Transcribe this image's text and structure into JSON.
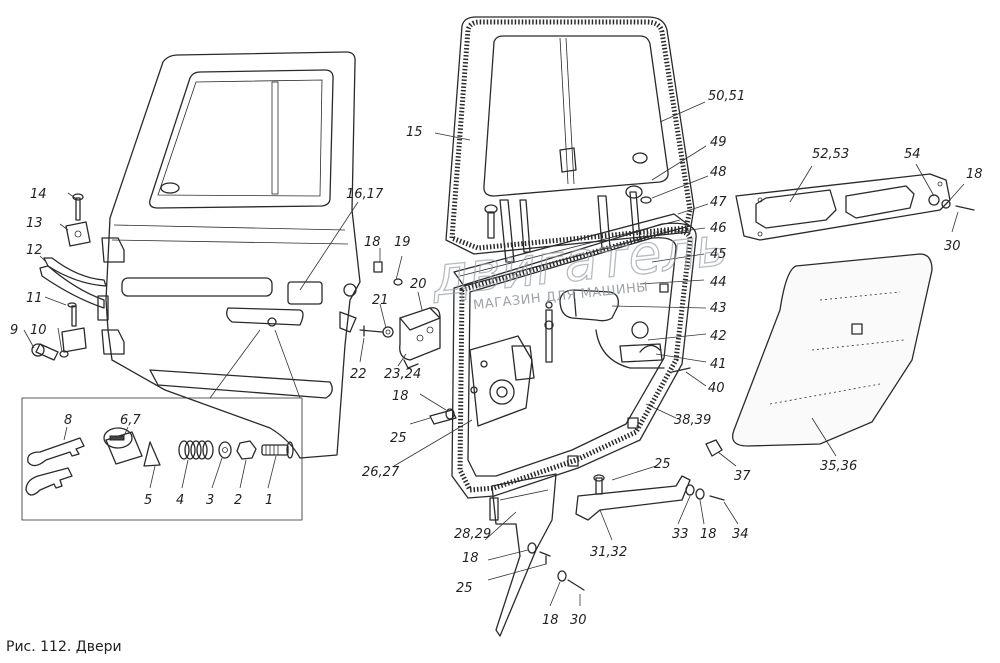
{
  "caption": "Рис. 112. Двери",
  "watermark": {
    "brand": "двигатель",
    "tagline": "МАГАЗИН ДЛЯ МАШИНЫ"
  },
  "callouts": {
    "c1": "1",
    "c2": "2",
    "c3": "3",
    "c4": "4",
    "c5": "5",
    "c67": "6,7",
    "c8": "8",
    "c9": "9",
    "c10": "10",
    "c11": "11",
    "c12": "12",
    "c13": "13",
    "c14": "14",
    "c15": "15",
    "c1617": "16,17",
    "c18a": "18",
    "c18b": "18",
    "c18c": "18",
    "c18d": "18",
    "c18e": "18",
    "c18f": "18",
    "c19": "19",
    "c20": "20",
    "c21": "21",
    "c22": "22",
    "c2324": "23,24",
    "c25a": "25",
    "c25b": "25",
    "c25c": "25",
    "c2627": "26,27",
    "c2829": "28,29",
    "c30a": "30",
    "c30b": "30",
    "c3132": "31,32",
    "c33": "33",
    "c34": "34",
    "c3536": "35,36",
    "c37": "37",
    "c3839": "38,39",
    "c40": "40",
    "c41": "41",
    "c42": "42",
    "c43": "43",
    "c44": "44",
    "c45": "45",
    "c46": "46",
    "c47": "47",
    "c48": "48",
    "c49": "49",
    "c5051": "50,51",
    "c5253": "52,53",
    "c54": "54"
  }
}
